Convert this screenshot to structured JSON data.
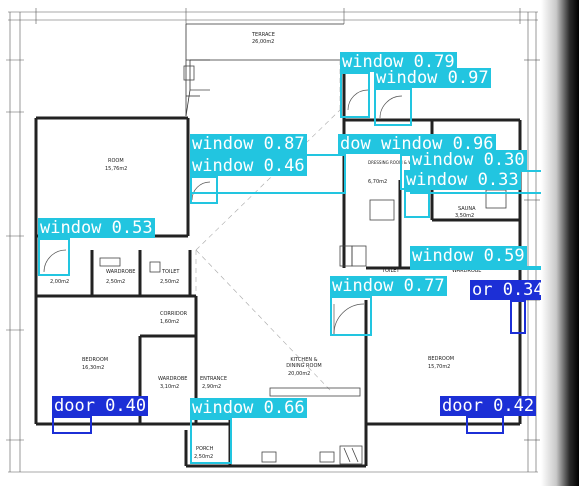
{
  "colors": {
    "window": "#22c5e0",
    "door": "#1c2fd6",
    "wall": "#222222",
    "label_text": "#ffffff"
  },
  "rooms": [
    {
      "name": "TERRACE",
      "area": "26,00m2"
    },
    {
      "name": "ROOM",
      "area": "15,76m2"
    },
    {
      "name": "DRESSING ROOM & WARDROBE",
      "area": "6,70m2"
    },
    {
      "name": "SAUNA",
      "area": "3,50m2"
    },
    {
      "name": "WARDROBE",
      "area": "2,50m2"
    },
    {
      "name": "TOILET",
      "area": "2,50m2"
    },
    {
      "name": "CORRIDOR",
      "area": "1,60m2"
    },
    {
      "name": "BEDROOM",
      "area": "16,30m2"
    },
    {
      "name": "WARDROBE",
      "area": "3,10m2"
    },
    {
      "name": "ENTRANCE",
      "area": "2,90m2"
    },
    {
      "name": "KITCHEN & DINING ROOM",
      "area": "20,00m2"
    },
    {
      "name": "BEDROOM",
      "area": "15,70m2"
    },
    {
      "name": "PORCH",
      "area": "2,50m2"
    },
    {
      "name": "TOILET",
      "area": ""
    },
    {
      "name": "WARDROBE",
      "area": ""
    },
    {
      "name": "",
      "area": "2,00m2"
    }
  ],
  "detections": [
    {
      "name": "window-0.79",
      "label": "window 0.79",
      "kind": "window"
    },
    {
      "name": "window-0.97",
      "label": "window 0.97",
      "kind": "window"
    },
    {
      "name": "window-0.87",
      "label": "window 0.87",
      "kind": "window"
    },
    {
      "name": "window-0.96",
      "label": "dow window 0.96",
      "kind": "window"
    },
    {
      "name": "window-0.30",
      "label": "window 0.30",
      "kind": "window"
    },
    {
      "name": "window-0.46",
      "label": "window 0.46",
      "kind": "window"
    },
    {
      "name": "window-0.33",
      "label": "window 0.33",
      "kind": "window"
    },
    {
      "name": "window-0.53",
      "label": "window 0.53",
      "kind": "window"
    },
    {
      "name": "window-0.59",
      "label": "window 0.59",
      "kind": "window"
    },
    {
      "name": "window-0.77",
      "label": "window 0.77",
      "kind": "window"
    },
    {
      "name": "door-0.34",
      "label": "or 0.34",
      "kind": "door"
    },
    {
      "name": "door-0.40",
      "label": "door 0.40",
      "kind": "door"
    },
    {
      "name": "window-0.66",
      "label": "window 0.66",
      "kind": "window"
    },
    {
      "name": "door-0.42",
      "label": "door 0.42",
      "kind": "door"
    }
  ]
}
